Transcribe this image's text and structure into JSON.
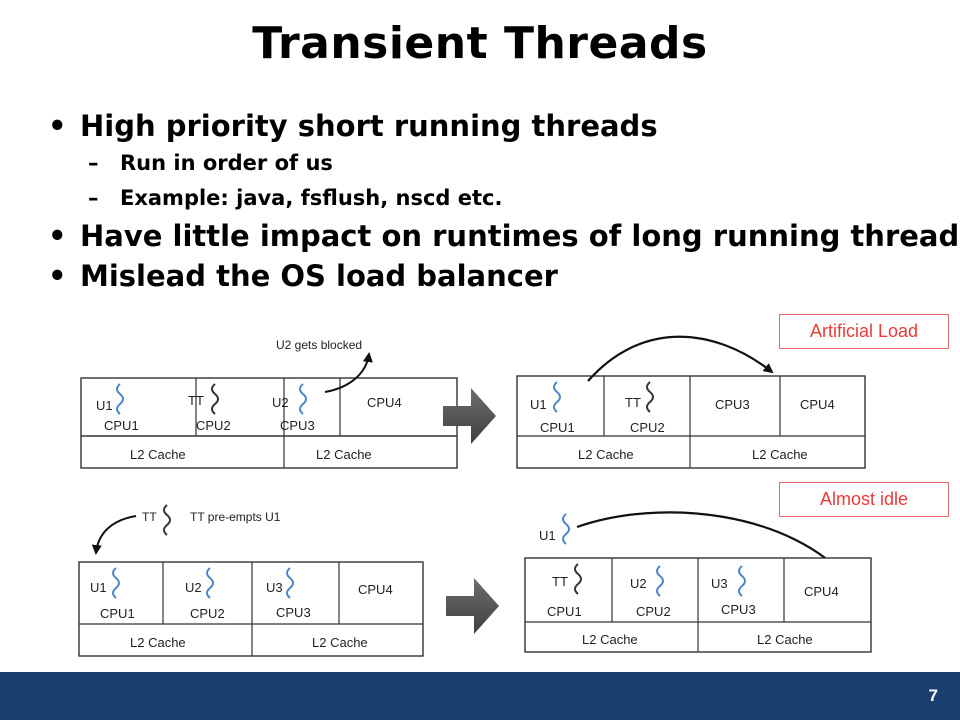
{
  "slide": {
    "title": "Transient Threads",
    "page_number": "7",
    "bullets": [
      {
        "text": "High priority short running threads",
        "sub": [
          "Run in order of us",
          "Example: java, fsflush, nscd etc."
        ]
      },
      {
        "text": "Have little impact on runtimes of long running threads",
        "sub": []
      },
      {
        "text": "Mislead the OS load balancer",
        "sub": []
      }
    ],
    "callouts": {
      "artificial_load": "Artificial Load",
      "almost_idle": "Almost idle"
    }
  },
  "diagram": {
    "annotations": {
      "u2_blocked": "U2 gets blocked",
      "tt_preempts": "TT pre-empts U1"
    },
    "cache_label": "L2 Cache",
    "scenarios": [
      {
        "before": {
          "cells": [
            {
              "thread": "U1",
              "cpu": "CPU1"
            },
            {
              "thread": "TT",
              "cpu": "CPU2"
            },
            {
              "thread": "U2",
              "cpu": "CPU3"
            },
            {
              "thread": "",
              "cpu": "CPU4"
            }
          ]
        },
        "after": {
          "cells": [
            {
              "thread": "U1",
              "cpu": "CPU1"
            },
            {
              "thread": "TT",
              "cpu": "CPU2"
            },
            {
              "thread": "",
              "cpu": "CPU3"
            },
            {
              "thread": "",
              "cpu": "CPU4"
            }
          ]
        }
      },
      {
        "before": {
          "cells": [
            {
              "thread": "U1",
              "cpu": "CPU1"
            },
            {
              "thread": "U2",
              "cpu": "CPU2"
            },
            {
              "thread": "U3",
              "cpu": "CPU3"
            },
            {
              "thread": "",
              "cpu": "CPU4"
            }
          ]
        },
        "after": {
          "outside_thread": "U1",
          "cells": [
            {
              "thread": "TT",
              "cpu": "CPU1"
            },
            {
              "thread": "U2",
              "cpu": "CPU2"
            },
            {
              "thread": "U3",
              "cpu": "CPU3"
            },
            {
              "thread": "",
              "cpu": "CPU4"
            }
          ]
        }
      }
    ]
  }
}
